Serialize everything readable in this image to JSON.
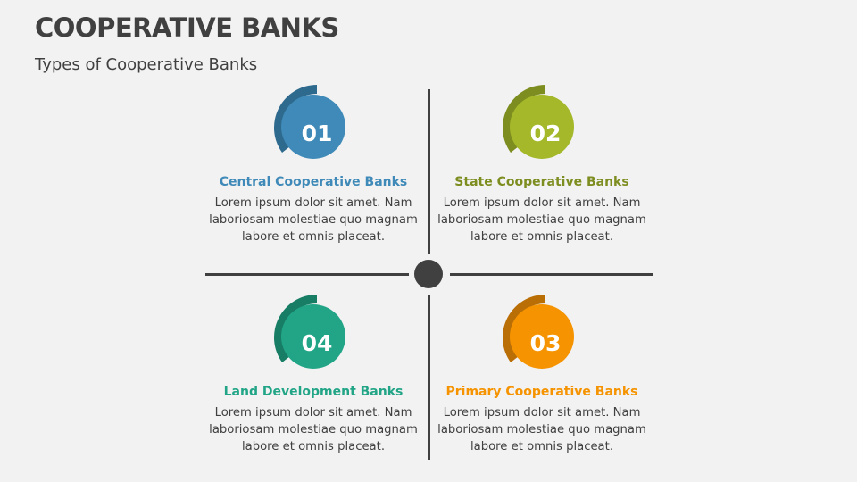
{
  "header": {
    "title": "COOPERATIVE BANKS",
    "subtitle": "Types of Cooperative Banks"
  },
  "items": [
    {
      "number": "01",
      "heading": "Central Cooperative Banks",
      "body": "Lorem ipsum dolor sit amet. Nam laboriosam molestiae quo magnam labore et omnis placeat.",
      "color": "#3f8ab8",
      "arc_color": "#2e6a8e"
    },
    {
      "number": "02",
      "heading": "State Cooperative Banks",
      "body": "Lorem ipsum dolor sit amet. Nam laboriosam molestiae quo magnam labore et omnis placeat.",
      "color": "#a4b82a",
      "arc_color": "#7d8d1f"
    },
    {
      "number": "03",
      "heading": "Primary Cooperative Banks",
      "body": "Lorem ipsum dolor sit amet. Nam laboriosam molestiae quo magnam labore et omnis placeat.",
      "color": "#f59300",
      "arc_color": "#b96e06"
    },
    {
      "number": "04",
      "heading": "Land Development Banks",
      "body": "Lorem ipsum dolor sit amet. Nam laboriosam molestiae quo magnam labore et omnis placeat.",
      "color": "#22a587",
      "arc_color": "#177d65"
    }
  ]
}
